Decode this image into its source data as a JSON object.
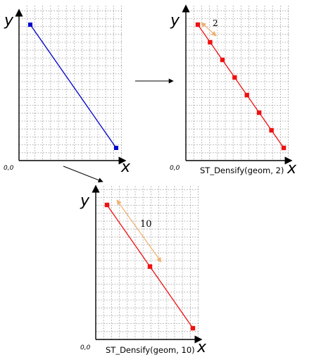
{
  "labels": {
    "x_axis": "x",
    "y_axis": "y",
    "origin": "0,0"
  },
  "panels": {
    "original": {
      "caption": "",
      "color": "#0000cc"
    },
    "densify_2": {
      "caption": "ST_Densify(geom, 2)",
      "distance_label": "2",
      "color": "#ee1111",
      "vertex_count": 8
    },
    "densify_10": {
      "caption": "ST_Densify(geom, 10)",
      "distance_label": "10",
      "color": "#ee1111",
      "vertex_count": 3
    }
  },
  "colors": {
    "axis": "#000000",
    "grid": "#9a9a9a",
    "arrow": "#f0b070",
    "connector_arrow": "#000000"
  }
}
